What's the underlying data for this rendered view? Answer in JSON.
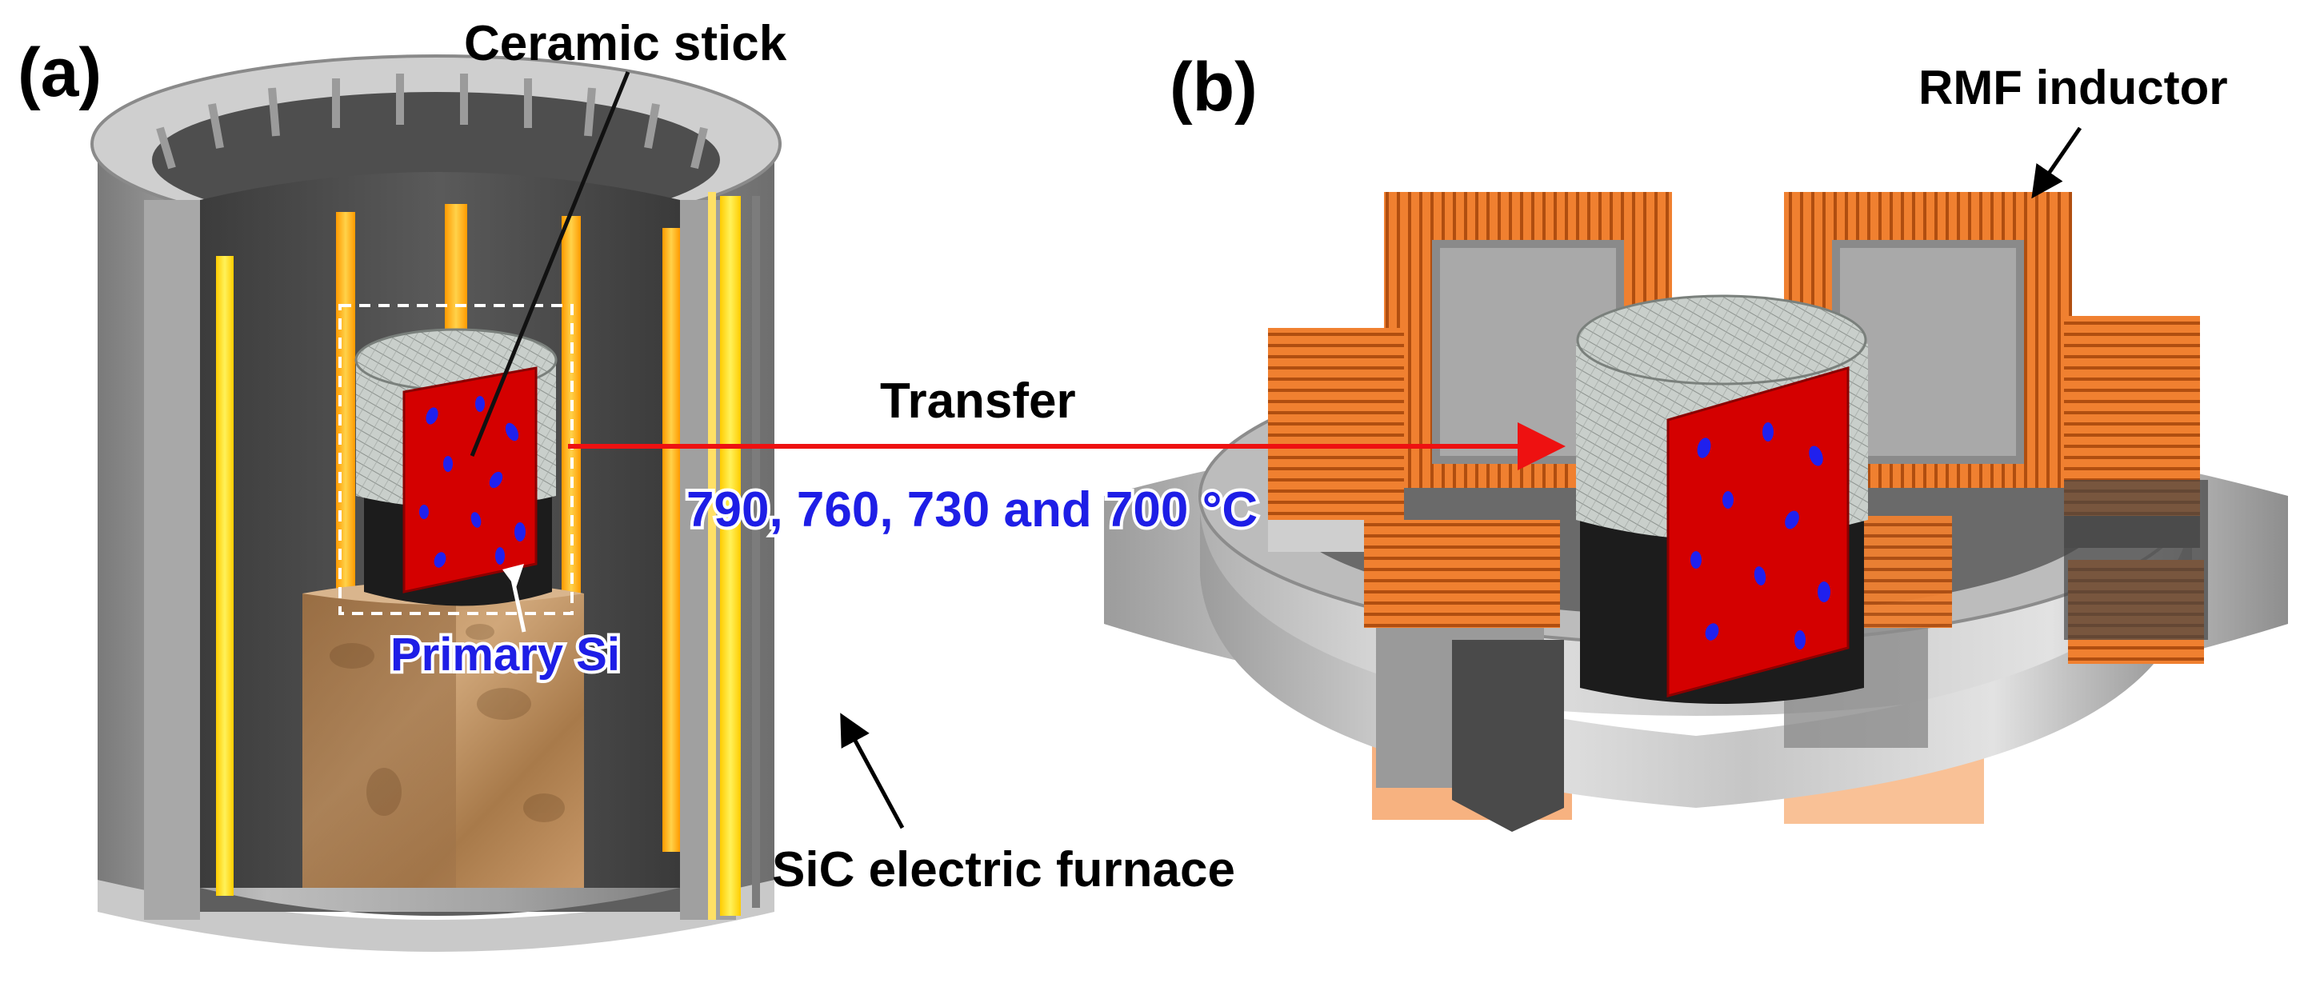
{
  "panel_a": {
    "label": "(a)",
    "ceramic_stick_label": "Ceramic stick",
    "primary_si_label": "Primary Si",
    "furnace_label": "SiC electric furnace"
  },
  "panel_b": {
    "label": "(b)",
    "inductor_label": "RMF inductor"
  },
  "transfer": {
    "label": "Transfer",
    "temperatures": "790, 760, 730 and 700 °C"
  },
  "colors": {
    "melt_red": "#d40000",
    "primary_si_blue": "#2020ee",
    "temperature_text": "#1e1ee6",
    "transfer_arrow": "#ee1111",
    "heating_element": "#ffb000",
    "copper_coil": "#f07a22",
    "furnace_gray": "#9a9a9a"
  }
}
